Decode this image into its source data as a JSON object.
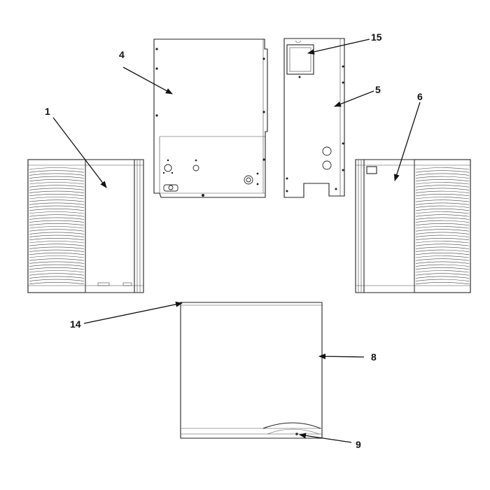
{
  "callouts": {
    "c1": "1",
    "c4": "4",
    "c5": "5",
    "c6": "6",
    "c8": "8",
    "c9": "9",
    "c14": "14",
    "c15": "15"
  },
  "parts": {
    "left_louvered_panel": "1",
    "rear_access_panel": "4",
    "control_box_panel": "5",
    "right_louvered_panel": "6",
    "top_cover": "8",
    "top_cover_grille": "9",
    "top_cover_edge": "14",
    "control_box_cover": "15"
  }
}
